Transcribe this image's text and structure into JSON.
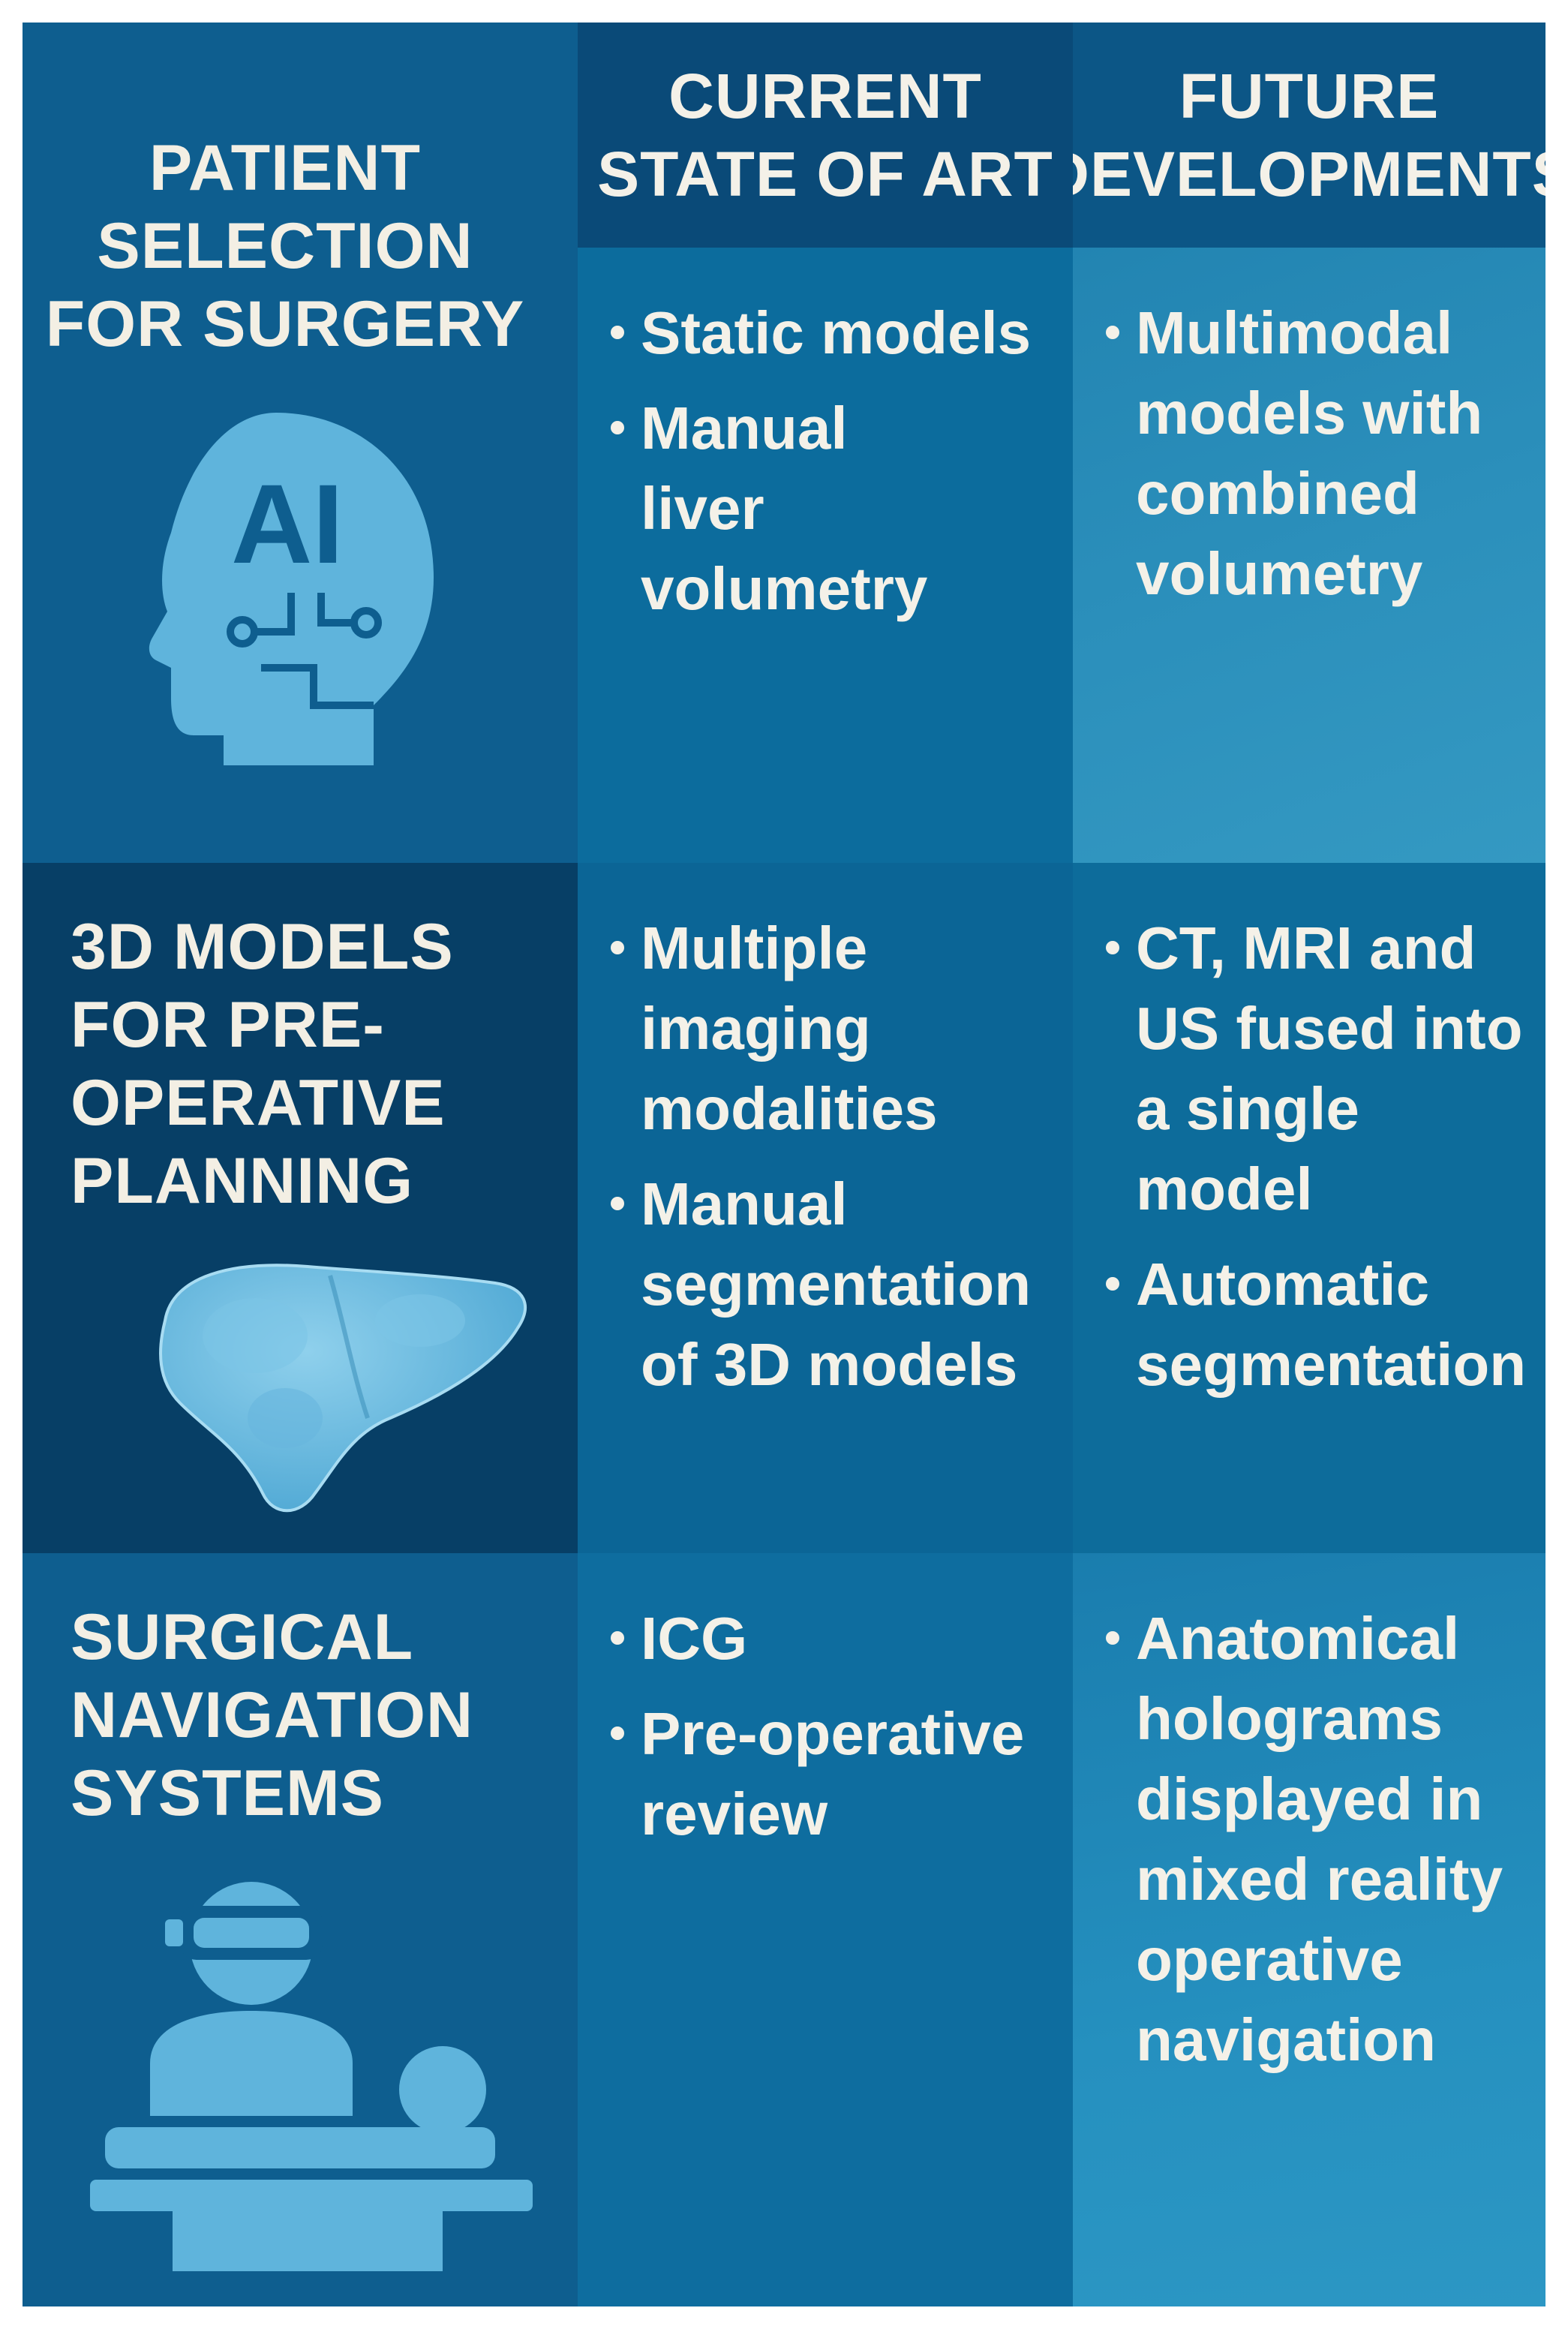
{
  "headers": {
    "current": "CURRENT\nSTATE OF ART",
    "future": "FUTURE\nDEVELOPMENTS"
  },
  "rows": [
    {
      "topic": "PATIENT\nSELECTION\nFOR SURGERY",
      "icon": "ai-head-icon",
      "icon_text": "AI",
      "current": [
        "Static models",
        "Manual\nliver volumetry"
      ],
      "future": [
        "Multimodal\nmodels with\ncombined\nvolumetry"
      ]
    },
    {
      "topic": "3D MODELS\nFOR PRE-\nOPERATIVE\nPLANNING",
      "icon": "liver-icon",
      "current": [
        "Multiple\nimaging\nmodalities",
        "Manual\nsegmentation\nof 3D models"
      ],
      "future": [
        "CT, MRI and\nUS fused into\na single model",
        "Automatic\nsegmentation"
      ]
    },
    {
      "topic": "SURGICAL\nNAVIGATION\nSYSTEMS",
      "icon": "surgeon-headset-icon",
      "current": [
        "ICG",
        "Pre-operative\nreview"
      ],
      "future": [
        "Anatomical\nholograms\ndisplayed in\nmixed reality\noperative\nnavigation"
      ]
    }
  ],
  "colors": {
    "icon": "#5fb4dc",
    "text": "#f4f1e8"
  }
}
